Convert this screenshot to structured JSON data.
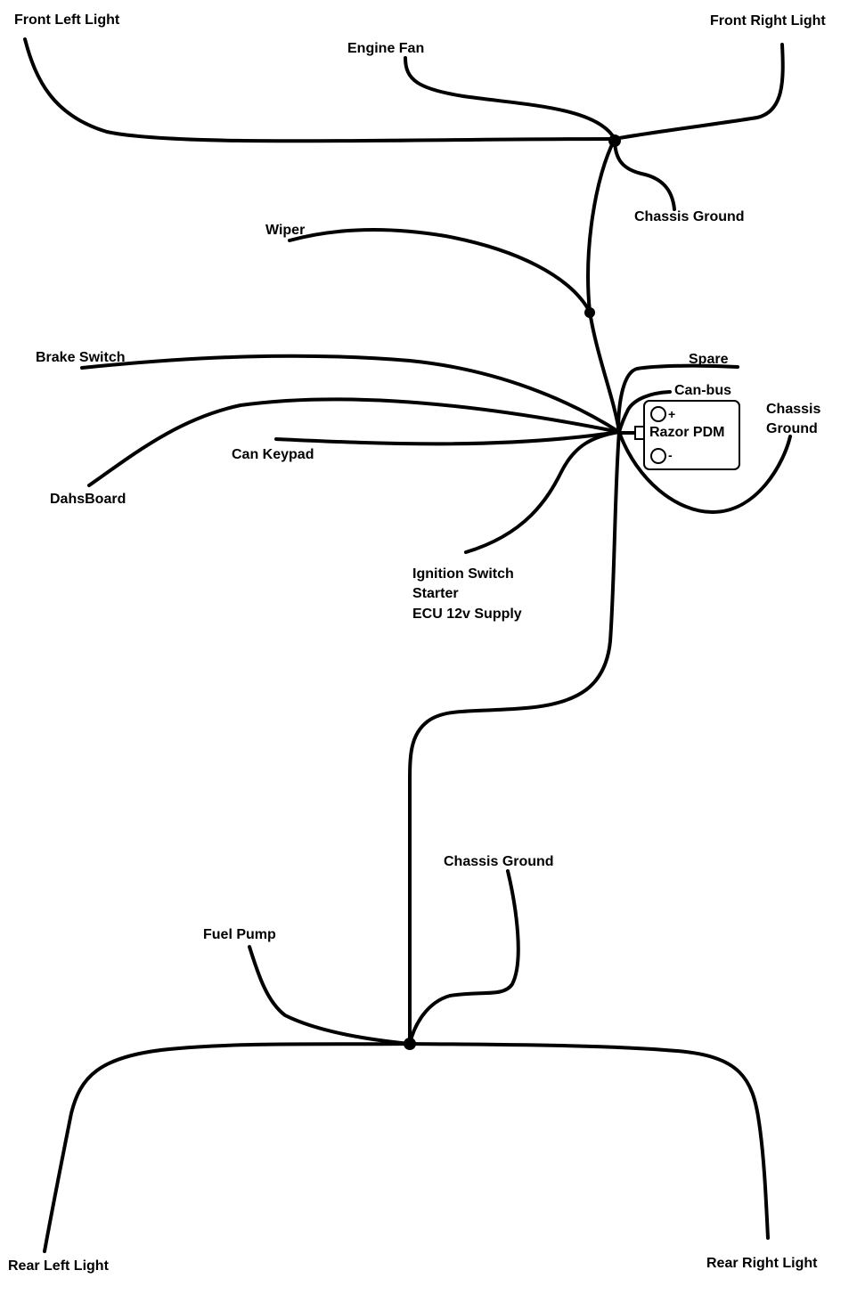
{
  "labels": {
    "front_left_light": "Front Left Light",
    "engine_fan": "Engine Fan",
    "front_right_light": "Front Right Light",
    "chassis_ground_front": "Chassis Ground",
    "wiper": "Wiper",
    "brake_switch": "Brake Switch",
    "spare": "Spare",
    "can_bus": "Can-bus",
    "chassis_ground_pdm_line1": "Chassis",
    "chassis_ground_pdm_line2": "Ground",
    "can_keypad": "Can Keypad",
    "dashboard": "DahsBoard",
    "ignition_line1": "Ignition Switch",
    "ignition_line2": "Starter",
    "ignition_line3": "ECU 12v Supply",
    "chassis_ground_rear": "Chassis Ground",
    "fuel_pump": "Fuel Pump",
    "rear_left_light": "Rear Left Light",
    "rear_right_light": "Rear Right Light"
  },
  "pdm": {
    "name": "Razor PDM",
    "positive": "+",
    "negative": "-"
  },
  "colors": {
    "wire": "#000000",
    "background": "#ffffff"
  }
}
